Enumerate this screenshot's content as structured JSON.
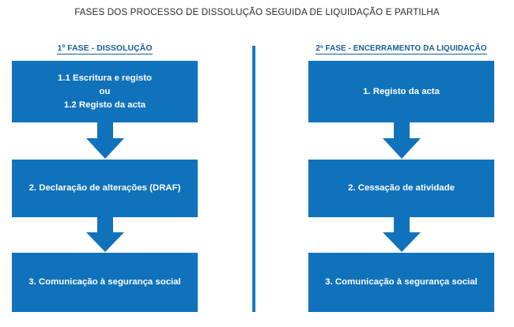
{
  "diagram": {
    "title": "FASES DOS PROCESSO DE DISSOLUÇÃO SEGUIDA DE LIQUIDAÇÃO E PARTILHA",
    "colors": {
      "box_fill": "#1072ba",
      "box_text": "#ffffff",
      "header_text": "#1a5b96",
      "divider": "#1e77bd",
      "title_text": "#2b2b2b",
      "background": "#ffffff"
    },
    "divider_present": true,
    "columns": [
      {
        "id": "fase-1",
        "header": "1º FASE - DISSOLUÇÃO",
        "steps": [
          {
            "id": "step-1-1",
            "lines": [
              "1.1 Escritura e registo",
              "ou",
              "1.2 Registo da acta"
            ]
          },
          {
            "id": "step-1-2",
            "lines": [
              "2. Declaração de alterações (DRAF)"
            ]
          },
          {
            "id": "step-1-3",
            "lines": [
              "3. Comunicação à segurança social"
            ]
          }
        ],
        "connectors": [
          "down-arrow",
          "down-arrow"
        ]
      },
      {
        "id": "fase-2",
        "header": "2º FASE - ENCERRAMENTO DA LIQUIDAÇÃO",
        "steps": [
          {
            "id": "step-2-1",
            "lines": [
              "1. Registo da acta"
            ]
          },
          {
            "id": "step-2-2",
            "lines": [
              "2. Cessação de atividade"
            ]
          },
          {
            "id": "step-2-3",
            "lines": [
              "3. Comunicação à segurança social"
            ]
          }
        ],
        "connectors": [
          "down-arrow",
          "down-arrow"
        ]
      }
    ]
  }
}
